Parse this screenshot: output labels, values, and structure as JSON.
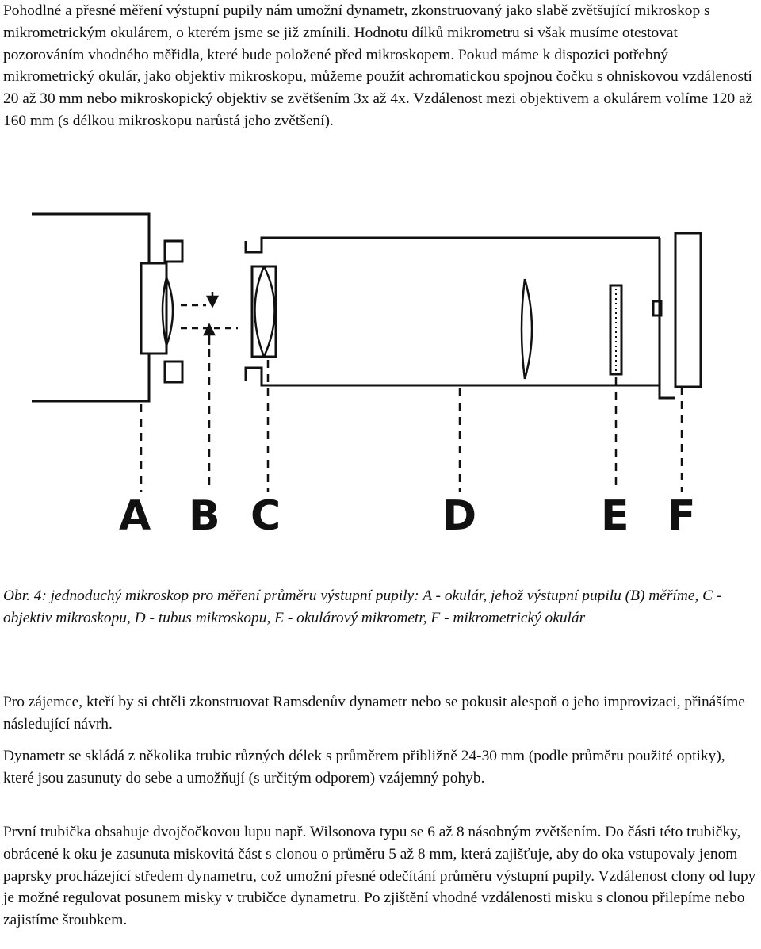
{
  "paragraphs": {
    "intro": "Pohodlné a přesné měření výstupní pupily nám umožní dynametr, zkonstruovaný jako slabě zvětšující mikroskop s mikrometrickým okulárem, o kterém jsme se již zmínili. Hodnotu dílků mikrometru si však musíme otestovat pozorováním vhodného měřidla, které bude položené před mikroskopem. Pokud máme k dispozici potřebný mikrometrický okulár, jako objektiv mikroskopu, můžeme použít achromatickou spojnou čočku s ohniskovou vzdáleností 20 až 30 mm nebo mikroskopický objektiv se zvětšením 3x až 4x. Vzdálenost mezi objektivem a okulárem volíme 120 až 160 mm (s délkou mikroskopu narůstá jeho zvětšení).",
    "p2": "Pro zájemce, kteří by si chtěli zkonstruovat Ramsdenův dynametr nebo se pokusit alespoň o jeho improvizaci, přinášíme následující návrh.",
    "p3": "Dynametr se skládá z několika trubic různých délek s průměrem přibližně 24-30 mm (podle průměru použité optiky), které jsou zasunuty do sebe a umožňují (s určitým odporem) vzájemný pohyb.",
    "p4": "První trubička obsahuje dvojčočkovou lupu např. Wilsonova typu se 6 až 8 násobným zvětšením. Do části této trubičky, obrácené k oku je zasunuta miskovitá část s clonou o průměru 5 až 8 mm, která zajišťuje, aby do oka vstupovaly jenom paprsky procházející středem dynametru, což umožní přesné odečítání průměru výstupní pupily. Vzdálenost clony od lupy je možné regulovat posunem misky v trubičce dynametru. Po zjištění vhodné vzdálenosti misku s clonou přilepíme nebo zajistíme šroubkem."
  },
  "figure": {
    "labels": {
      "a": "A",
      "b": "B",
      "c": "C",
      "d": "D",
      "e": "E",
      "f": "F"
    },
    "caption": "Obr. 4: jednoduchý mikroskop pro měření průměru výstupní pupily: A - okulár, jehož výstupní pupilu (B) měříme, C - objektiv mikroskopu, D - tubus mikroskopu, E - okulárový mikrometr, F - mikrometrický okulár"
  },
  "colors": {
    "ink": "#111111",
    "background": "#ffffff"
  }
}
